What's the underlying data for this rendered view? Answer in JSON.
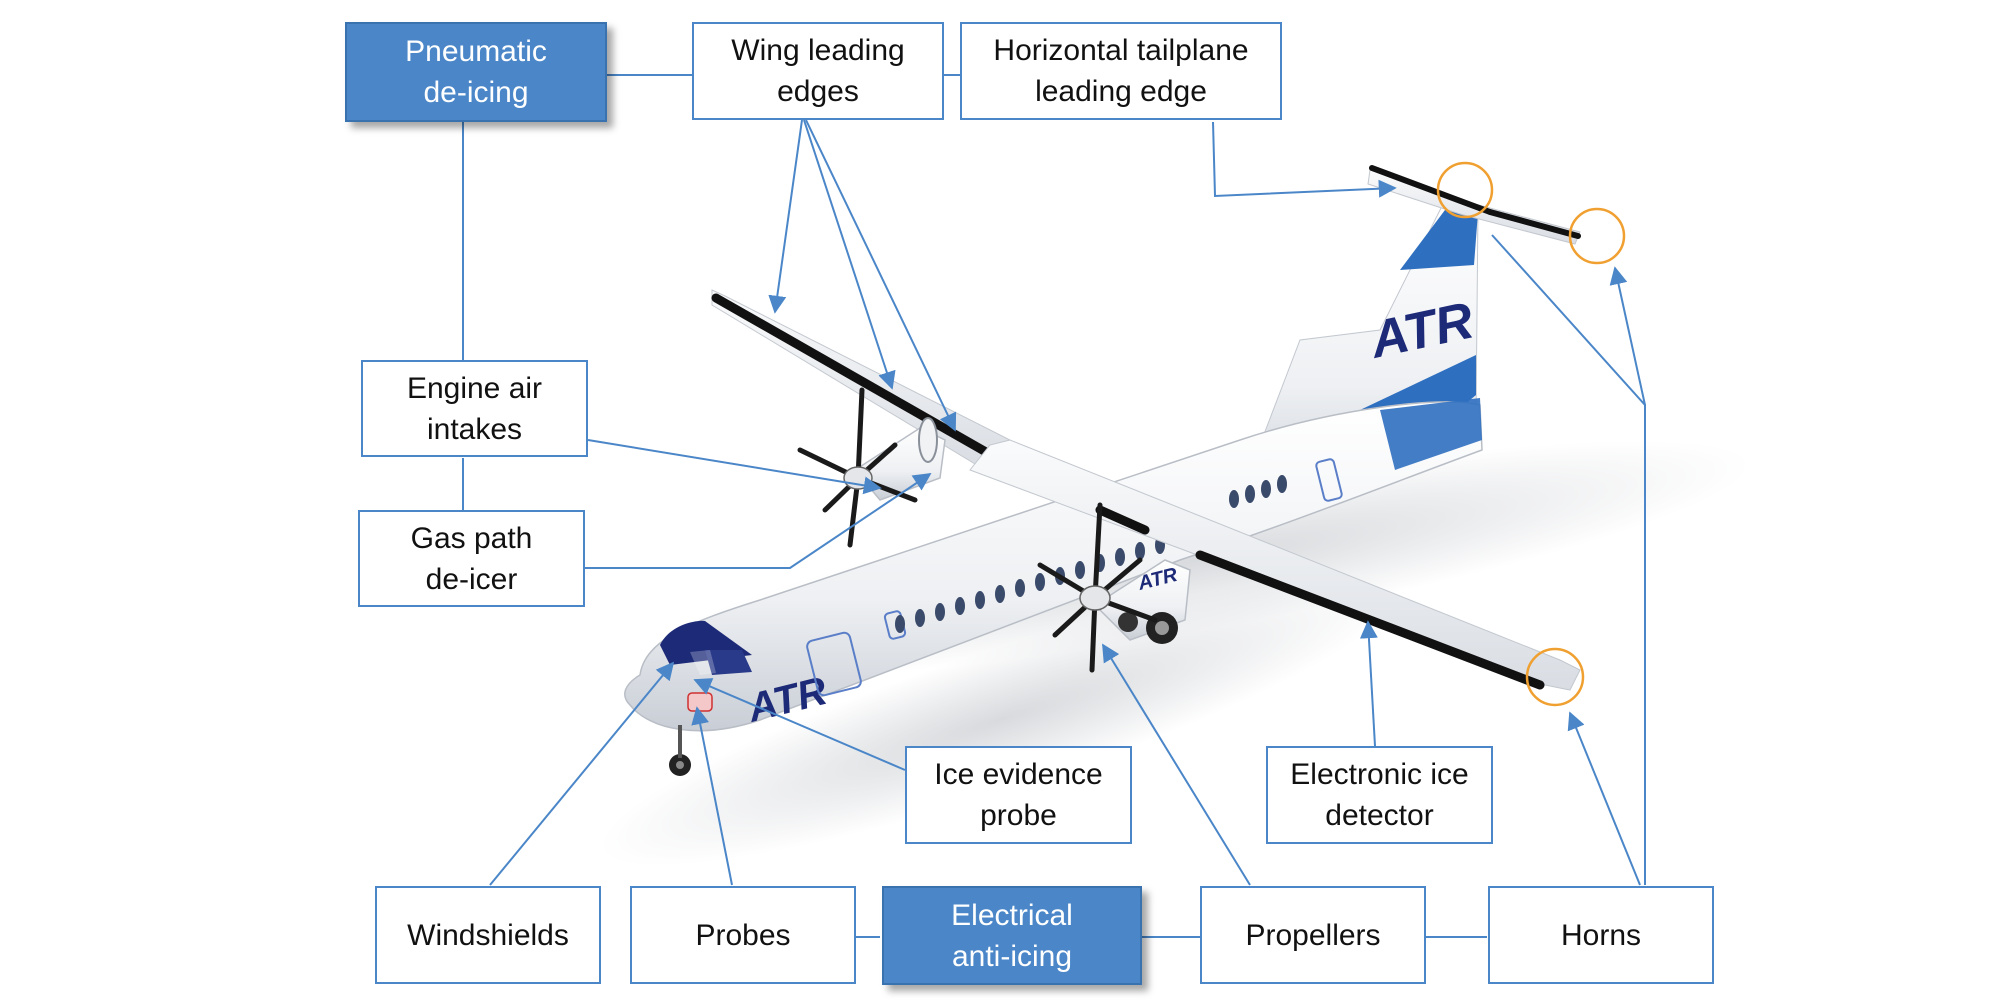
{
  "colors": {
    "accent": "#4a86c8",
    "category_fill": "#4a86c8",
    "highlight_circle": "#f0a030",
    "fuselage": "#f4f5f7",
    "livery_blue": "#2f6fc0",
    "livery_navy": "#1d2a78",
    "leading_edge": "#111111"
  },
  "logo": "ATR",
  "categories": {
    "pneumatic": "Pneumatic\nde-icing",
    "electrical": "Electrical\nanti-icing"
  },
  "labels": {
    "wing_leading_edges": "Wing leading\nedges",
    "horizontal_tailplane": "Horizontal tailplane\nleading edge",
    "engine_air_intakes": "Engine air\nintakes",
    "gas_path_deicer": "Gas path\nde-icer",
    "ice_evidence_probe": "Ice evidence\nprobe",
    "electronic_ice_detector": "Electronic ice\ndetector",
    "windshields": "Windshields",
    "probes": "Probes",
    "propellers": "Propellers",
    "horns": "Horns"
  }
}
